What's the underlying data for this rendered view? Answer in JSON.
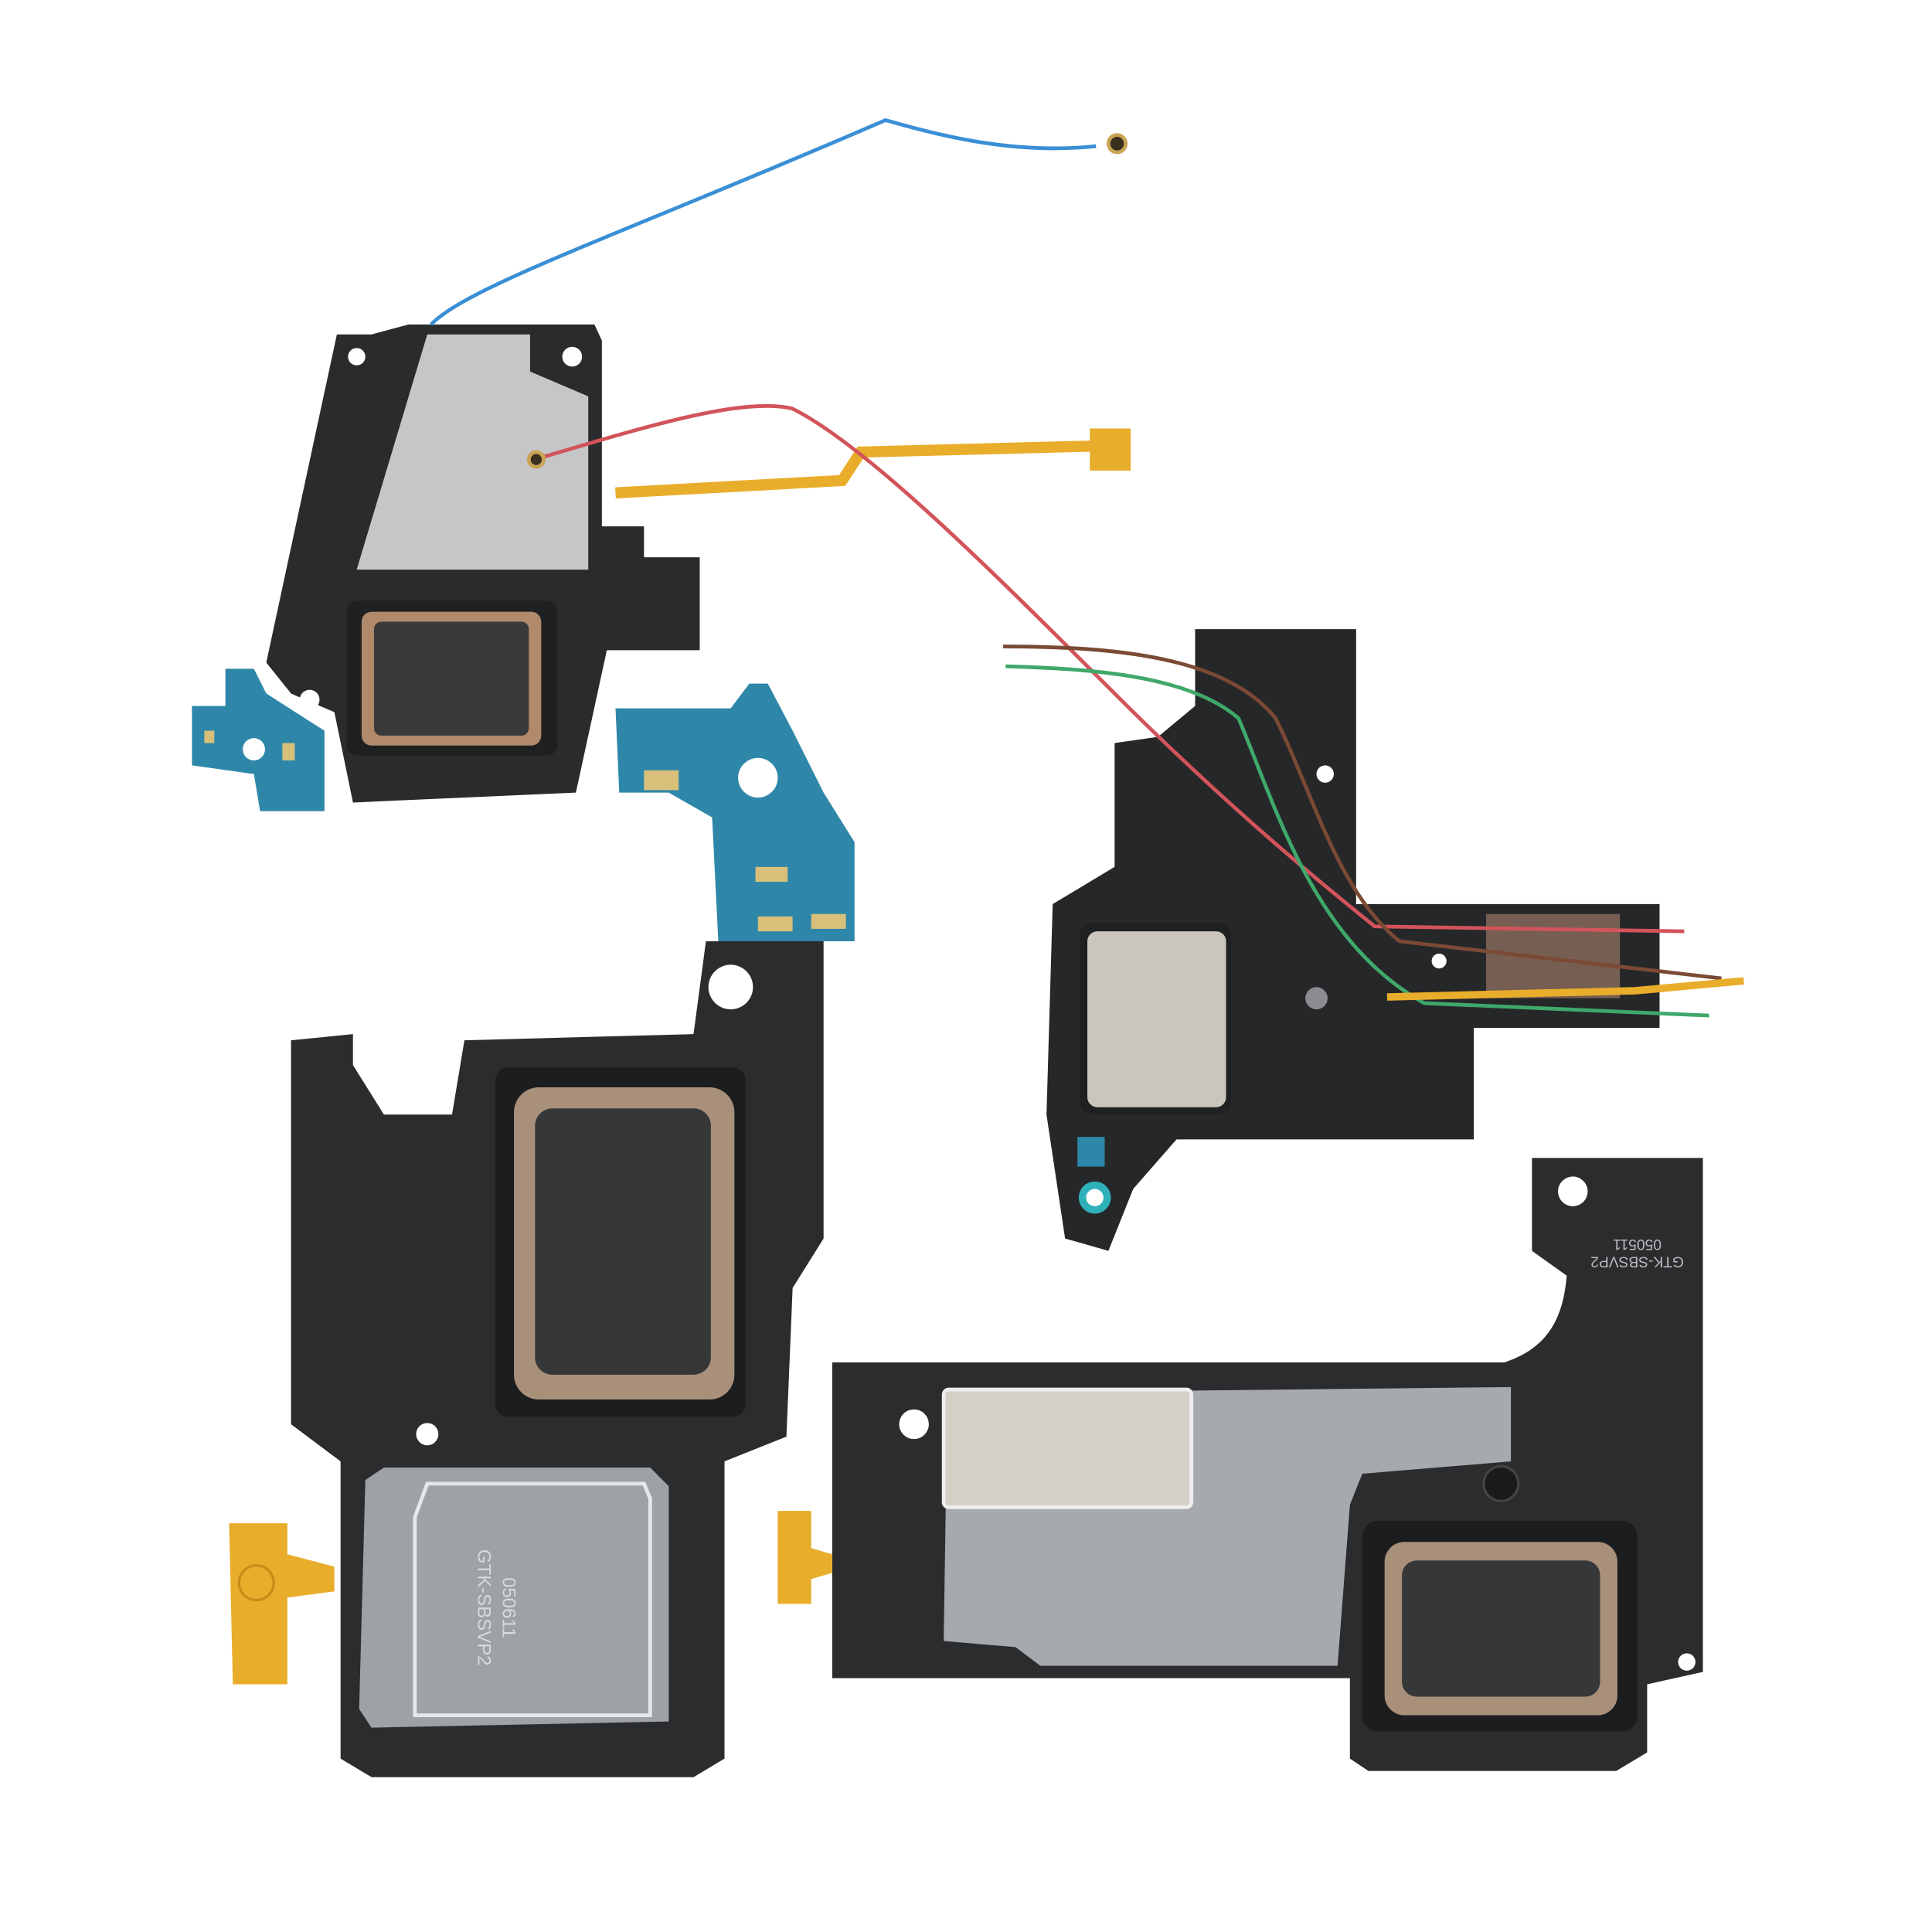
{
  "scene": {
    "subject": "loudspeaker-modules",
    "colors": {
      "background": "#ffffff",
      "housing": "#2b2c2e",
      "plate": "#a9acb0",
      "pcb": "#2e87a8",
      "flex": "#e8ad2a",
      "cable_blue": "#3a8fd6",
      "cable_red": "#d2545a",
      "cable_green": "#3fa86a",
      "cable_brown": "#7a4a34"
    }
  },
  "modules": {
    "bottom_left": {
      "part_code": "GTK-SBSVP2",
      "serial": "050611"
    },
    "bottom_right": {
      "part_code": "GTK-SBSVP2",
      "serial": "050511"
    }
  }
}
